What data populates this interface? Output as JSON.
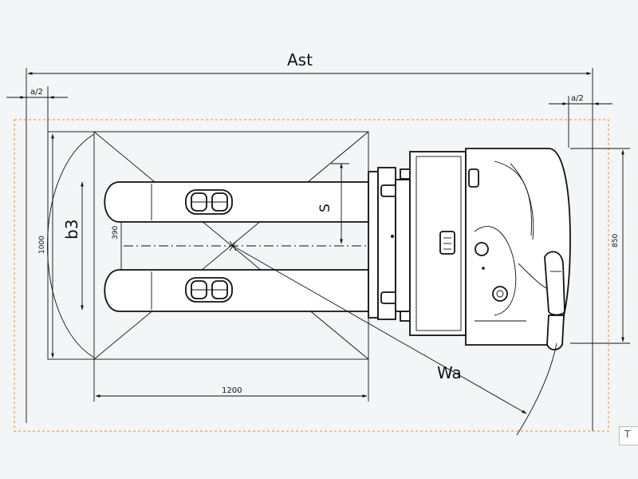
{
  "dimensions": {
    "ast": "Ast",
    "a_half_left": "a/2",
    "a_half_right": "a/2",
    "b3": "b3",
    "width_1000": "1000",
    "width_390": "390",
    "s": "S",
    "length_1200": "1200",
    "wa": "Wa",
    "width_850": "850"
  },
  "corner_tab": {
    "label": "T"
  },
  "colors": {
    "background": "#f4f5f7",
    "lines": "#111111",
    "dashed_envelope": "#e08a2a"
  }
}
